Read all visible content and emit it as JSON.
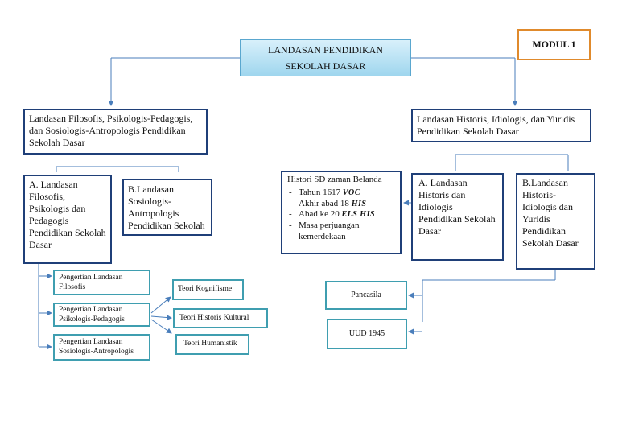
{
  "module": "MODUL 1",
  "title_line1": "LANDASAN PENDIDIKAN",
  "title_line2": "SEKOLAH DASAR",
  "left_root": "Landasan Filosofis, Psikologis-Pedagogis, dan Sosiologis-Antropologis Pendidikan Sekolah Dasar",
  "right_root": "Landasan Historis, Idiologis, dan Yuridis Pendidikan Sekolah Dasar",
  "left_a": "A. Landasan Filosofis, Psikologis dan Pedagogis Pendidikan Sekolah Dasar",
  "left_b": "B.Landasan Sosiologis-Antropologis Pendidikan Sekolah",
  "pengertian": [
    "Pengertian Landasan Filosofis",
    "Pengertian Landasan Psikologis-Pedagogis",
    "Pengertian Landasan Sosiologis-Antropologis"
  ],
  "teori": [
    "Teori Kognifisme",
    "Teori Historis Kultural",
    "Teori Humanistik"
  ],
  "histori": {
    "title": "Histori SD zaman Belanda",
    "items": [
      {
        "text": "Tahun 1617",
        "tag": "VOC"
      },
      {
        "text": "Akhir abad 18",
        "tag": "HIS"
      },
      {
        "text": "Abad ke 20",
        "tag": "ELS HIS"
      },
      {
        "text": "Masa perjuangan kemerdekaan",
        "tag": ""
      }
    ]
  },
  "right_a": "A. Landasan Historis dan Idiologis Pendidikan Sekolah Dasar",
  "right_b": "B.Landasan Historis-Idiologis dan Yuridis Pendidikan Sekolah Dasar",
  "pancasila": "Pancasila",
  "uud": "UUD 1945",
  "colors": {
    "navy": "#1f3f78",
    "teal": "#3f9eb0",
    "title_fill": "#bfe6f5",
    "module_border": "#e08a2c",
    "connector": "#4a7ebb"
  }
}
